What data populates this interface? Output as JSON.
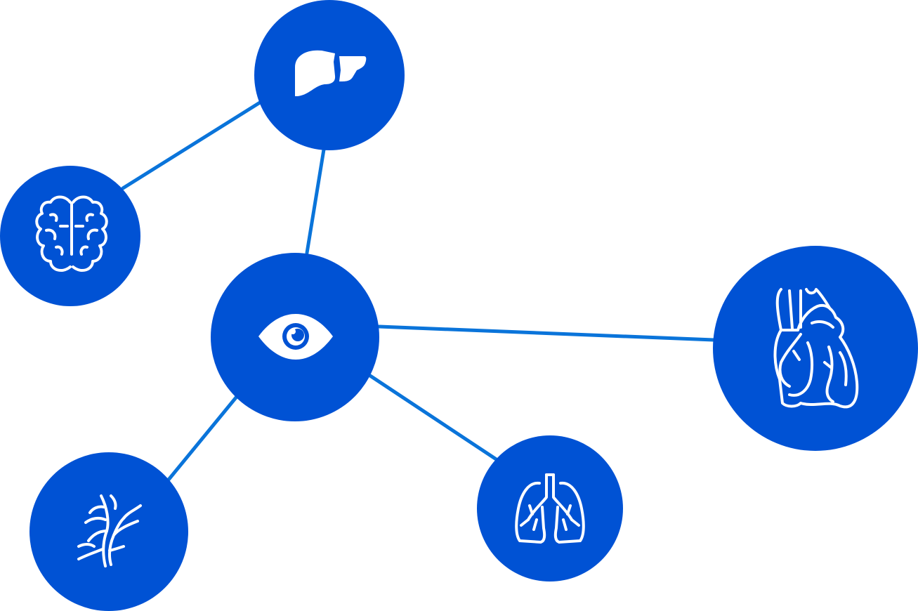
{
  "diagram": {
    "background": "#ffffff",
    "node_color": "#0052d4",
    "link_color": "#0a74da",
    "icon_color": "#ffffff",
    "nodes": [
      {
        "id": "liver",
        "icon": "liver-icon"
      },
      {
        "id": "brain",
        "icon": "brain-icon"
      },
      {
        "id": "eye",
        "icon": "eye-icon"
      },
      {
        "id": "heart",
        "icon": "heart-icon"
      },
      {
        "id": "bronchi",
        "icon": "bronchi-icon"
      },
      {
        "id": "lungs",
        "icon": "lungs-icon"
      }
    ],
    "edges": [
      {
        "from": "liver",
        "to": "brain"
      },
      {
        "from": "liver",
        "to": "eye"
      },
      {
        "from": "eye",
        "to": "heart"
      },
      {
        "from": "eye",
        "to": "bronchi"
      },
      {
        "from": "eye",
        "to": "lungs"
      }
    ]
  }
}
